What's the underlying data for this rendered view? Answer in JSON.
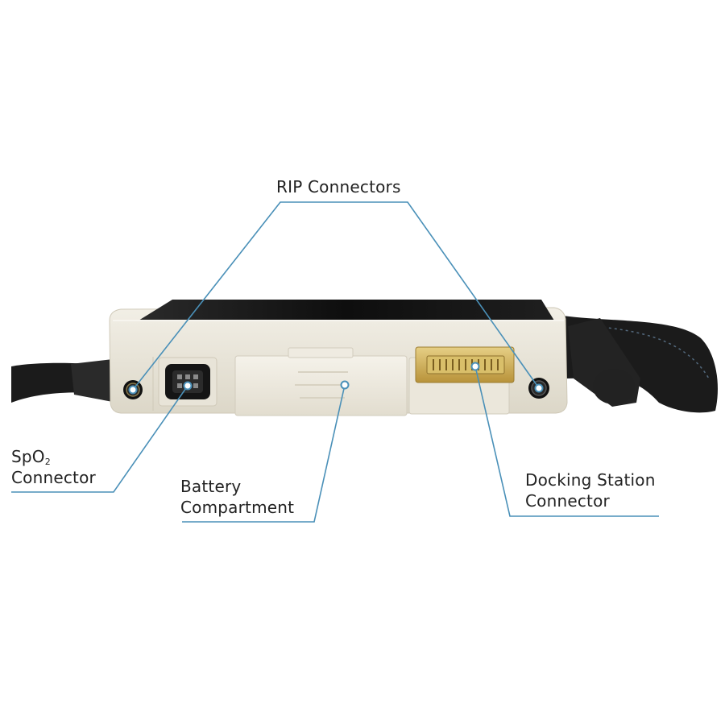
{
  "callouts": {
    "rip": {
      "text": "RIP Connectors"
    },
    "spo2": {
      "prefix": "SpO",
      "subscript": "2",
      "line2": "Connector"
    },
    "battery": {
      "line1": "Battery",
      "line2": "Compartment"
    },
    "docking": {
      "line1": "Docking Station",
      "line2": "Connector"
    }
  },
  "colors": {
    "leader_line": "#4a90b8",
    "label_text": "#222222",
    "device_body": "#ece8dc",
    "screen": "#161616",
    "strap": "#1b1b1b",
    "dock_pins": "#c9a94a"
  }
}
